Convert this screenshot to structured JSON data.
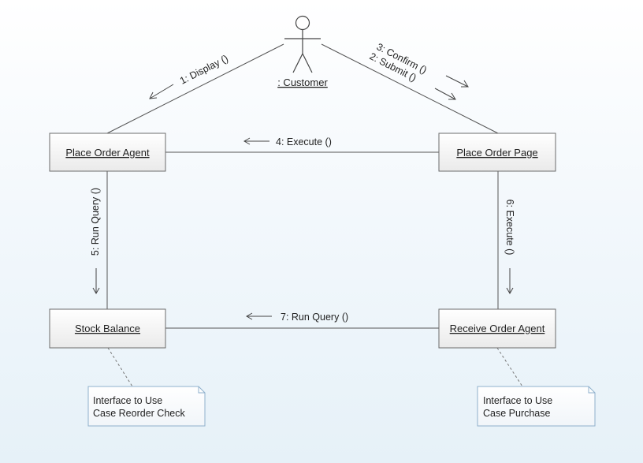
{
  "actor": {
    "label": ": Customer"
  },
  "objects": {
    "place_order_agent": "Place Order Agent",
    "place_order_page": "Place Order Page",
    "stock_balance": "Stock Balance",
    "receive_order_agent": "Receive Order Agent"
  },
  "messages": {
    "m1": "1: Display ()",
    "m2": "2: Submit ()",
    "m3": "3: Confirm ()",
    "m4": "4: Execute ()",
    "m5": "5: Run Query ()",
    "m6": "6: Execute ()",
    "m7": "7: Run Query ()"
  },
  "notes": {
    "reorder": {
      "line1": "Interface to Use",
      "line2": "Case Reorder Check"
    },
    "purchase": {
      "line1": "Interface to Use",
      "line2": "Case Purchase"
    }
  }
}
